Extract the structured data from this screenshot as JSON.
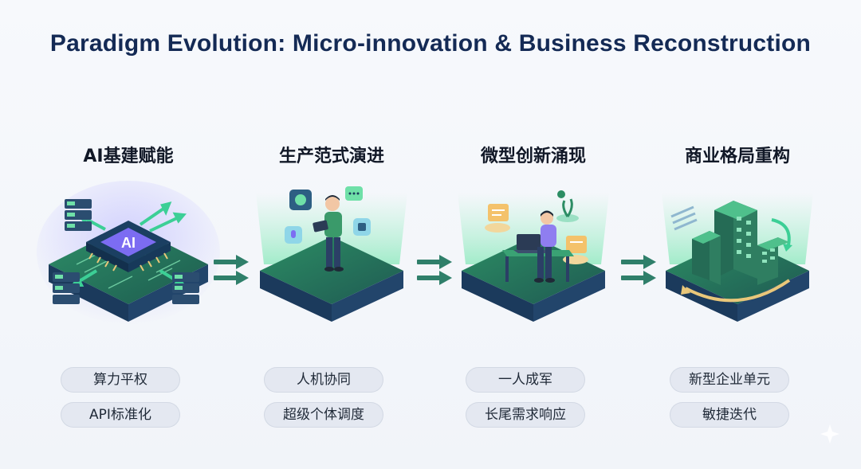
{
  "title": "Paradigm Evolution: Micro-innovation & Business Reconstruction",
  "chip_label": "AI",
  "stages": [
    {
      "title": "AI基建赋能",
      "tags": [
        "算力平权",
        "API标准化"
      ],
      "icon": "ai-chip-server-icon"
    },
    {
      "title": "生产范式演进",
      "tags": [
        "人机协同",
        "超级个体调度"
      ],
      "icon": "person-tablet-icon"
    },
    {
      "title": "微型创新涌现",
      "tags": [
        "一人成军",
        "长尾需求响应"
      ],
      "icon": "person-laptop-desk-icon"
    },
    {
      "title": "商业格局重构",
      "tags": [
        "新型企业单元",
        "敏捷迭代"
      ],
      "icon": "city-buildings-icon"
    }
  ],
  "colors": {
    "title": "#142a55",
    "platform_top": "#2a8a62",
    "platform_side": "#1b3a5c",
    "glow": "#6fe0a8",
    "arrow": "#2f7f6a",
    "pill_bg": "#e4e8f1"
  }
}
